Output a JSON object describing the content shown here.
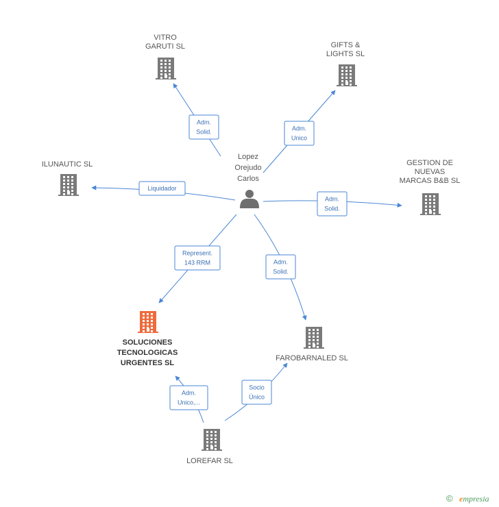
{
  "person": {
    "label": [
      "Lopez",
      "Orejudo",
      "Carlos"
    ],
    "icon": "person-icon"
  },
  "companies": [
    {
      "id": "vitro",
      "label": [
        "VITRO",
        "GARUTI SL"
      ],
      "icon": "building-icon",
      "highlight": false
    },
    {
      "id": "gifts",
      "label": [
        "GIFTS &",
        "LIGHTS SL"
      ],
      "icon": "building-icon",
      "highlight": false
    },
    {
      "id": "ilunautic",
      "label": [
        "ILUNAUTIC SL"
      ],
      "icon": "building-icon",
      "highlight": false
    },
    {
      "id": "gestion",
      "label": [
        "GESTION DE",
        "NUEVAS",
        "MARCAS B&B SL"
      ],
      "icon": "building-icon",
      "highlight": false
    },
    {
      "id": "soluciones",
      "label": [
        "SOLUCIONES",
        "TECNOLOGICAS",
        "URGENTES SL"
      ],
      "icon": "building-icon",
      "highlight": true
    },
    {
      "id": "farobarnaled",
      "label": [
        "FAROBARNALED SL"
      ],
      "icon": "building-icon",
      "highlight": false
    },
    {
      "id": "lorefar",
      "label": [
        "LOREFAR SL"
      ],
      "icon": "building-icon",
      "highlight": false
    }
  ],
  "edges": [
    {
      "from": "person",
      "to": "vitro",
      "label": [
        "Adm.",
        "Solid."
      ]
    },
    {
      "from": "person",
      "to": "gifts",
      "label": [
        "Adm.",
        "Unico"
      ]
    },
    {
      "from": "person",
      "to": "ilunautic",
      "label": [
        "Liquidador"
      ]
    },
    {
      "from": "person",
      "to": "gestion",
      "label": [
        "Adm.",
        "Solid."
      ]
    },
    {
      "from": "person",
      "to": "soluciones",
      "label": [
        "Represent.",
        "143 RRM"
      ]
    },
    {
      "from": "person",
      "to": "farobarnaled",
      "label": [
        "Adm.",
        "Solid."
      ]
    },
    {
      "from": "lorefar",
      "to": "soluciones",
      "label": [
        "Adm.",
        "Unico,..."
      ]
    },
    {
      "from": "lorefar",
      "to": "farobarnaled",
      "label": [
        "Socio",
        "Único"
      ]
    }
  ],
  "colors": {
    "edge": "#4a86d4",
    "building": "#7a7a7a",
    "highlight": "#f06a3c"
  },
  "footer": {
    "copyright": "©",
    "brand_first": "e",
    "brand_rest": "mpresia"
  }
}
